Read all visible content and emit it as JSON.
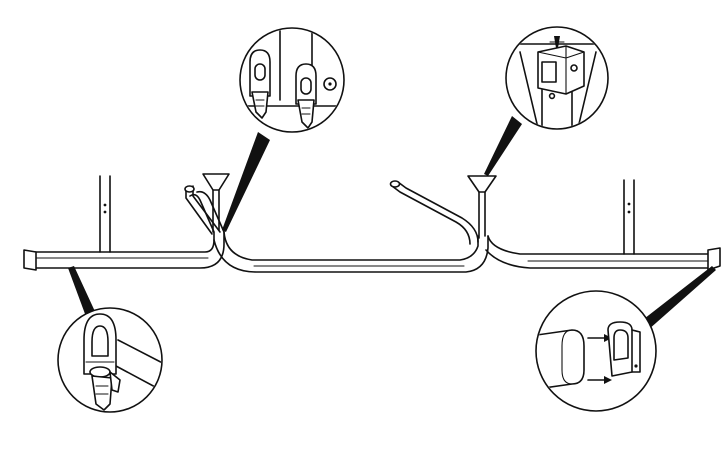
{
  "diagram": {
    "colors": {
      "line": "#111111",
      "background": "#ffffff"
    },
    "detail_callouts": [
      {
        "name": "top-left-detail",
        "depicts": "clamp-pair"
      },
      {
        "name": "top-right-detail",
        "depicts": "t-bracket"
      },
      {
        "name": "bottom-left-detail",
        "depicts": "tube-end-clamp"
      },
      {
        "name": "bottom-right-detail",
        "depicts": "end-cap-insert"
      }
    ]
  }
}
